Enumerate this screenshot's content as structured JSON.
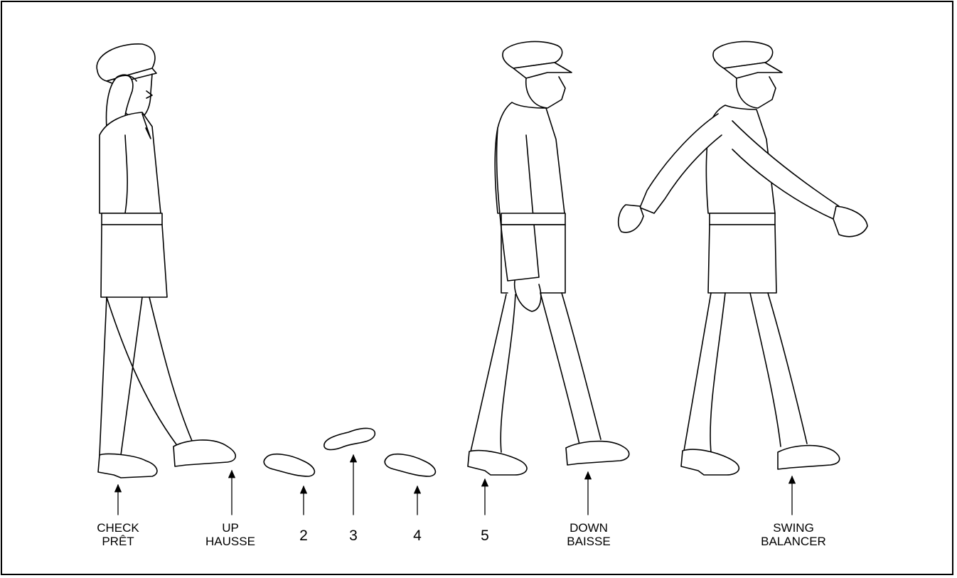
{
  "labels": [
    {
      "id": "check",
      "line1": "CHECK",
      "line2": "PRÊT"
    },
    {
      "id": "up",
      "line1": "UP",
      "line2": "HAUSSE"
    },
    {
      "id": "two",
      "line1": "2"
    },
    {
      "id": "three",
      "line1": "3"
    },
    {
      "id": "four",
      "line1": "4"
    },
    {
      "id": "five",
      "line1": "5"
    },
    {
      "id": "down",
      "line1": "DOWN",
      "line2": "BAISSE"
    },
    {
      "id": "swing",
      "line1": "SWING",
      "line2": "BALANCER"
    }
  ],
  "figures": [
    {
      "id": "saluting-soldier",
      "pose": "salute"
    },
    {
      "id": "walking-soldier",
      "pose": "arms down"
    },
    {
      "id": "swinging-soldier",
      "pose": "arm swing"
    }
  ],
  "colors": {
    "line": "#000000",
    "background": "#ffffff"
  }
}
